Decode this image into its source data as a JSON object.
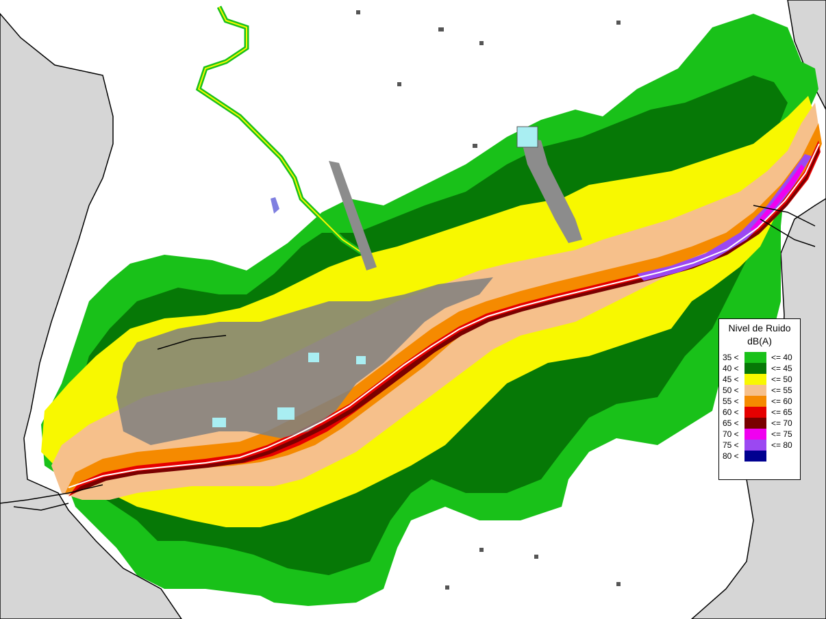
{
  "map": {
    "colors": {
      "background": "#ffffff",
      "outside_area": "#d6d6d6",
      "boundary": "#000000",
      "buildings": "#8c8c8c",
      "buildings_light": "#a9eef2"
    }
  },
  "legend": {
    "title_line1": "Nivel de Ruido",
    "title_line2": "dB(A)",
    "classes": [
      {
        "lower": "35 <",
        "upper": "<= 40",
        "color": "#19c119"
      },
      {
        "lower": "40 <",
        "upper": "<= 45",
        "color": "#067806"
      },
      {
        "lower": "45 <",
        "upper": "<= 50",
        "color": "#f8f800"
      },
      {
        "lower": "50 <",
        "upper": "<= 55",
        "color": "#f6c08b"
      },
      {
        "lower": "55 <",
        "upper": "<= 60",
        "color": "#f58a00"
      },
      {
        "lower": "60 <",
        "upper": "<= 65",
        "color": "#e60000"
      },
      {
        "lower": "65 <",
        "upper": "<= 70",
        "color": "#7a0000"
      },
      {
        "lower": "70 <",
        "upper": "<= 75",
        "color": "#f000f0"
      },
      {
        "lower": "75 <",
        "upper": "<= 80",
        "color": "#9b48f2"
      },
      {
        "lower": "80 <",
        "upper": "",
        "color": "#000090"
      }
    ]
  }
}
